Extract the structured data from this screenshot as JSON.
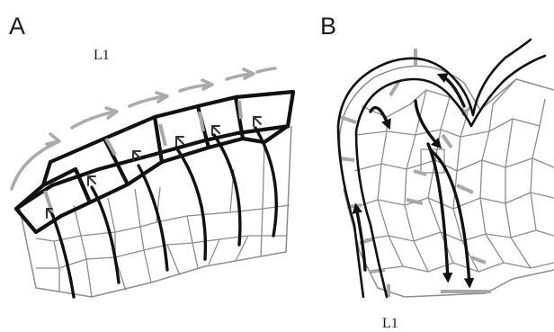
{
  "panels": [
    {
      "letter": "A",
      "layer_label": "L1"
    },
    {
      "letter": "B",
      "layer_label": "L1"
    }
  ],
  "colors": {
    "ink": "#111111",
    "cell_wall": "#8c8c8c",
    "gray_arrow": "#ababab"
  }
}
